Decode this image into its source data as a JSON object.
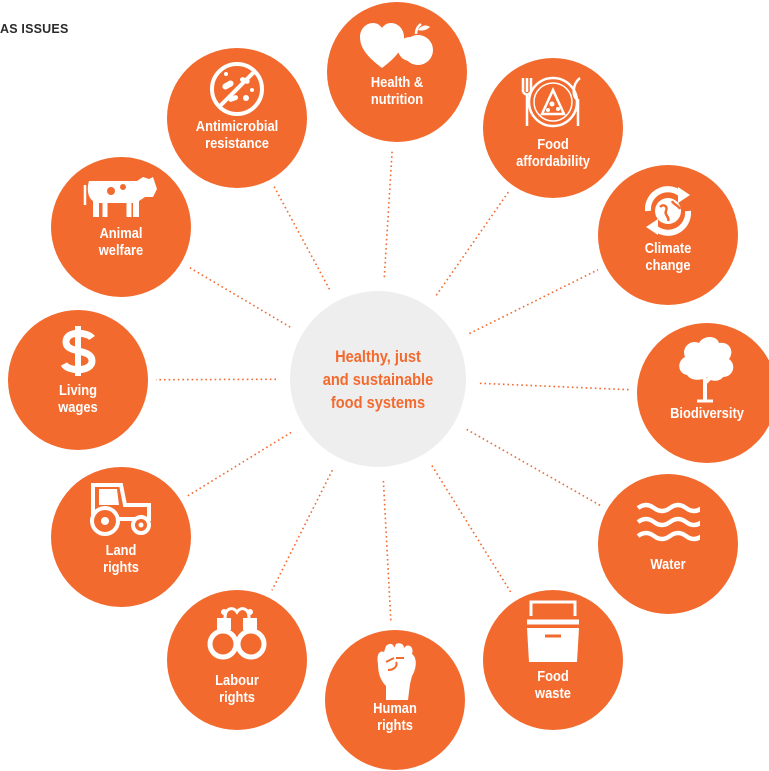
{
  "header": {
    "label": "AS ISSUES"
  },
  "center": {
    "label": "Healthy, just\nand sustainable\nfood systems"
  },
  "colors": {
    "accent": "#f26a2e",
    "hub": "#eeeeee",
    "connector": "#f26a2e",
    "header_text": "#2b2b2b"
  },
  "nodes": [
    {
      "id": "health",
      "label": "Health &\nnutrition",
      "icon": "heart-apple-icon"
    },
    {
      "id": "affordability",
      "label": "Food\naffordability",
      "icon": "plate-pizza-icon"
    },
    {
      "id": "climate",
      "label": "Climate\nchange",
      "icon": "globe-cycle-icon"
    },
    {
      "id": "biodiversity",
      "label": "Biodiversity",
      "icon": "tree-icon"
    },
    {
      "id": "water",
      "label": "Water",
      "icon": "waves-icon"
    },
    {
      "id": "waste",
      "label": "Food\nwaste",
      "icon": "bin-icon"
    },
    {
      "id": "human",
      "label": "Human\nrights",
      "icon": "fist-icon"
    },
    {
      "id": "labour",
      "label": "Labour\nrights",
      "icon": "handcuffs-icon"
    },
    {
      "id": "land",
      "label": "Land\nrights",
      "icon": "tractor-icon"
    },
    {
      "id": "wages",
      "label": "Living\nwages",
      "icon": "dollar-icon"
    },
    {
      "id": "animal",
      "label": "Animal\nwelfare",
      "icon": "cow-icon"
    },
    {
      "id": "amr",
      "label": "Antimicrobial\nresistance",
      "icon": "no-bacteria-icon"
    }
  ]
}
